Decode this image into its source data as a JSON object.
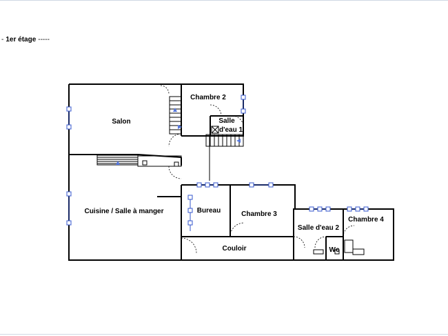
{
  "floor": {
    "prefix": "-",
    "name": "1er étage",
    "suffix": "-----"
  },
  "rooms": {
    "salon": "Salon",
    "chambre2": "Chambre 2",
    "salle_eau1_line1": "Salle",
    "salle_eau1_line2": "d'eau 1",
    "cuisine": "Cuisine / Salle à manger",
    "bureau": "Bureau",
    "chambre3": "Chambre 3",
    "salle_eau2": "Salle d'eau 2",
    "chambre4": "Chambre 4",
    "wc": "Wc",
    "couloir": "Couloir"
  },
  "colors": {
    "wall": "#000000",
    "window": "#3355cc",
    "stair_arrow": "#5577dd",
    "frame_line": "#cfd8e3"
  }
}
